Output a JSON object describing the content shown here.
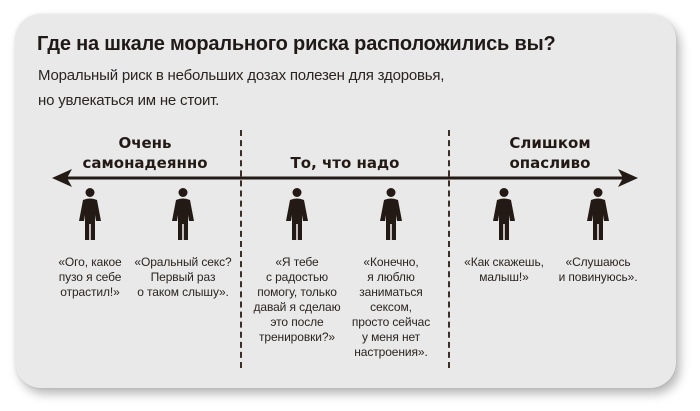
{
  "header": {
    "title": "Где на шкале морального риска расположились вы?",
    "subtitle_lines": [
      "Моральный риск в небольших дозах полезен для здоровья,",
      "но увлекаться им не стоит."
    ]
  },
  "scale": {
    "arrow": "double-headed-horizontal",
    "zones": [
      {
        "label_lines": [
          "Очень",
          "самонадеянно"
        ]
      },
      {
        "label_lines": [
          "То, что надо"
        ]
      },
      {
        "label_lines": [
          "Слишком",
          "опасливо"
        ]
      }
    ],
    "people": [
      {
        "icon": "person-icon",
        "quote_lines": [
          "«Ого, какое",
          "пузо я себе",
          "отрастил!»"
        ]
      },
      {
        "icon": "person-icon",
        "quote_lines": [
          "«Оральный секс?",
          "Первый раз",
          "о таком слышу»."
        ]
      },
      {
        "icon": "person-icon",
        "quote_lines": [
          "«Я тебе",
          "с радостью",
          "помогу, только",
          "давай я сделаю",
          "это после",
          "тренировки?»"
        ]
      },
      {
        "icon": "person-icon",
        "quote_lines": [
          "«Конечно,",
          "я люблю",
          "заниматься",
          "сексом,",
          "просто сейчас",
          "у меня нет",
          "настроения»."
        ]
      },
      {
        "icon": "person-icon",
        "quote_lines": [
          "«Как скажешь,",
          "малыш!»"
        ]
      },
      {
        "icon": "person-icon",
        "quote_lines": [
          "«Слушаюсь",
          "и повинуюсь»."
        ]
      }
    ]
  },
  "colors": {
    "card_background": "#e9e9e9",
    "ink": "#231a15"
  }
}
